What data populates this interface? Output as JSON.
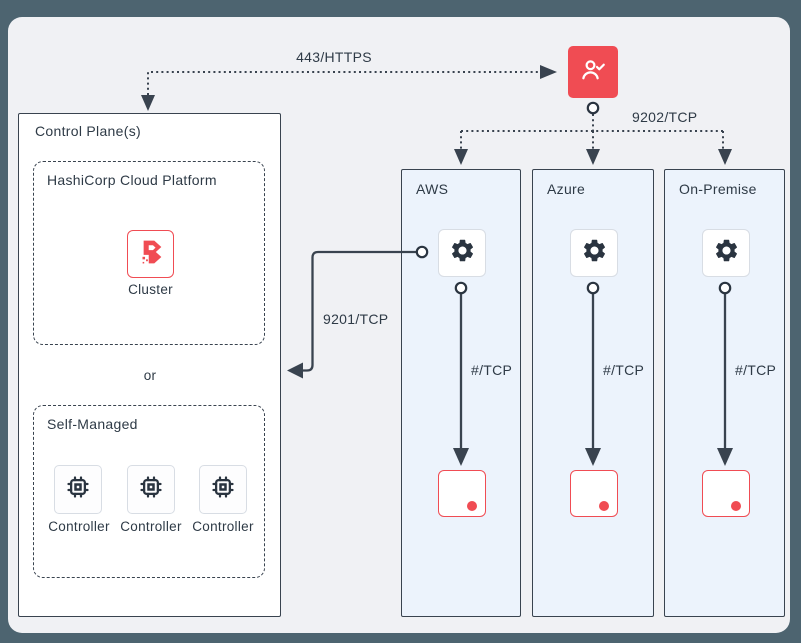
{
  "connections": {
    "https": "443/HTTPS",
    "downstream_tcp": "9202/TCP",
    "upstream_tcp": "9201/TCP",
    "session_tcp": "#/TCP"
  },
  "control_plane": {
    "title": "Control Plane(s)",
    "hcp_title": "HashiCorp Cloud Platform",
    "cluster_label": "Cluster",
    "or_label": "or",
    "self_managed_title": "Self-Managed",
    "controllers": [
      {
        "label": "Controller"
      },
      {
        "label": "Controller"
      },
      {
        "label": "Controller"
      }
    ]
  },
  "environments": [
    {
      "name": "AWS"
    },
    {
      "name": "Azure"
    },
    {
      "name": "On-Premise"
    }
  ],
  "icons": {
    "client": "user-check-icon",
    "worker": "gear-icon",
    "controller": "cpu-icon",
    "target": "host-target-icon",
    "cluster": "boundary-logo-icon"
  },
  "colors": {
    "accent_red": "#F04C53",
    "ink": "#2E3A46",
    "line": "#39434F",
    "column_bg": "#ECF3FC",
    "card_bg": "#F0F1F4",
    "page_bg": "#4D6470"
  }
}
